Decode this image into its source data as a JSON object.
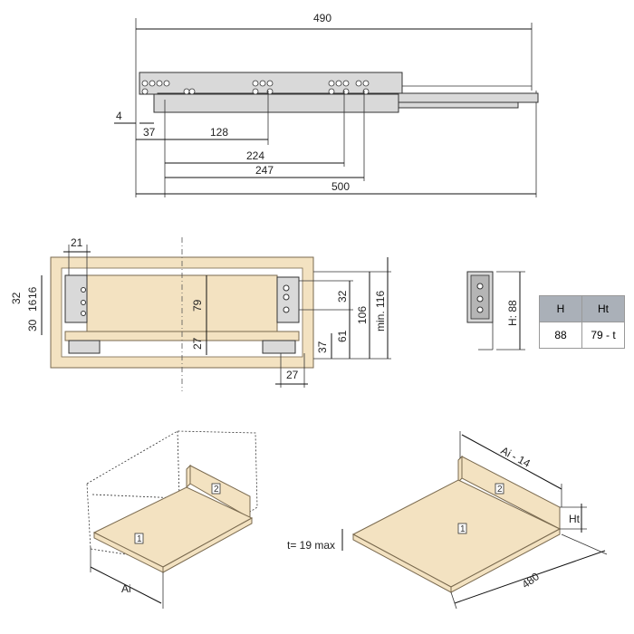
{
  "side_view": {
    "dims": {
      "total_slide": "490",
      "offset": "4",
      "d37": "37",
      "d128": "128",
      "d224": "224",
      "d247": "247",
      "d500": "500"
    }
  },
  "front_view": {
    "dims": {
      "d21": "21",
      "d32a": "32",
      "d16a": "16",
      "d16b": "16",
      "d30": "30",
      "d79": "79",
      "d27a": "27",
      "d32b": "32",
      "d37b": "37",
      "d61": "61",
      "d106": "106",
      "min116": "min. 116",
      "d27b": "27"
    }
  },
  "bracket": {
    "h_label": "H: 88"
  },
  "spec_table": {
    "headers": [
      "H",
      "Ht"
    ],
    "row": [
      "88",
      "79 - t"
    ]
  },
  "drawer_box": {
    "label_part1": "1",
    "label_part2": "2",
    "ai_label": "Ai"
  },
  "panel_view": {
    "label_part1": "1",
    "label_part2": "2",
    "width_label": "Ai - 14",
    "depth_label": "480",
    "thickness_label": "t= 19 max",
    "ht_label": "Ht"
  }
}
